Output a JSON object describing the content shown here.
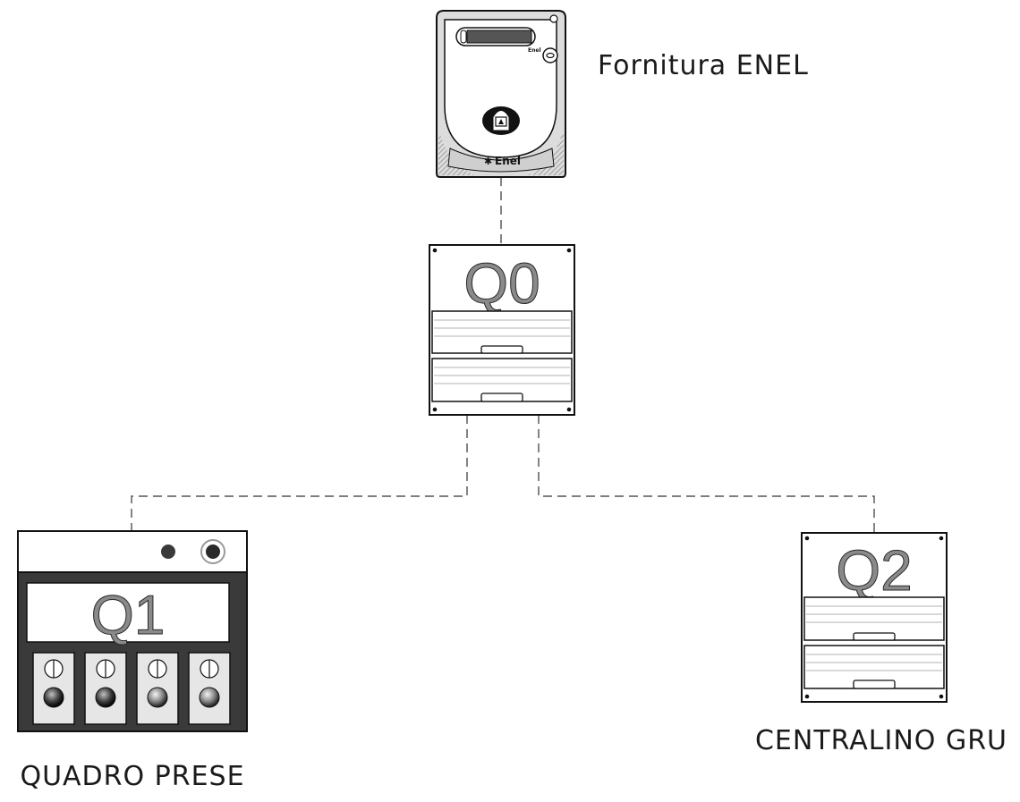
{
  "meter": {
    "label": "Fornitura ENEL",
    "brand": "Enel",
    "display_brand": "Enel"
  },
  "panels": {
    "q0": {
      "id": "Q0"
    },
    "q1": {
      "id": "Q1",
      "label": "QUADRO PRESE"
    },
    "q2": {
      "id": "Q2",
      "label": "CENTRALINO GRU"
    }
  },
  "colors": {
    "line": "#333333",
    "panel_dark": "#3a3a3a",
    "label_gray": "#8a8a8a"
  },
  "icons": [
    "electric-meter-icon",
    "distribution-panel-icon",
    "socket-panel-icon"
  ]
}
